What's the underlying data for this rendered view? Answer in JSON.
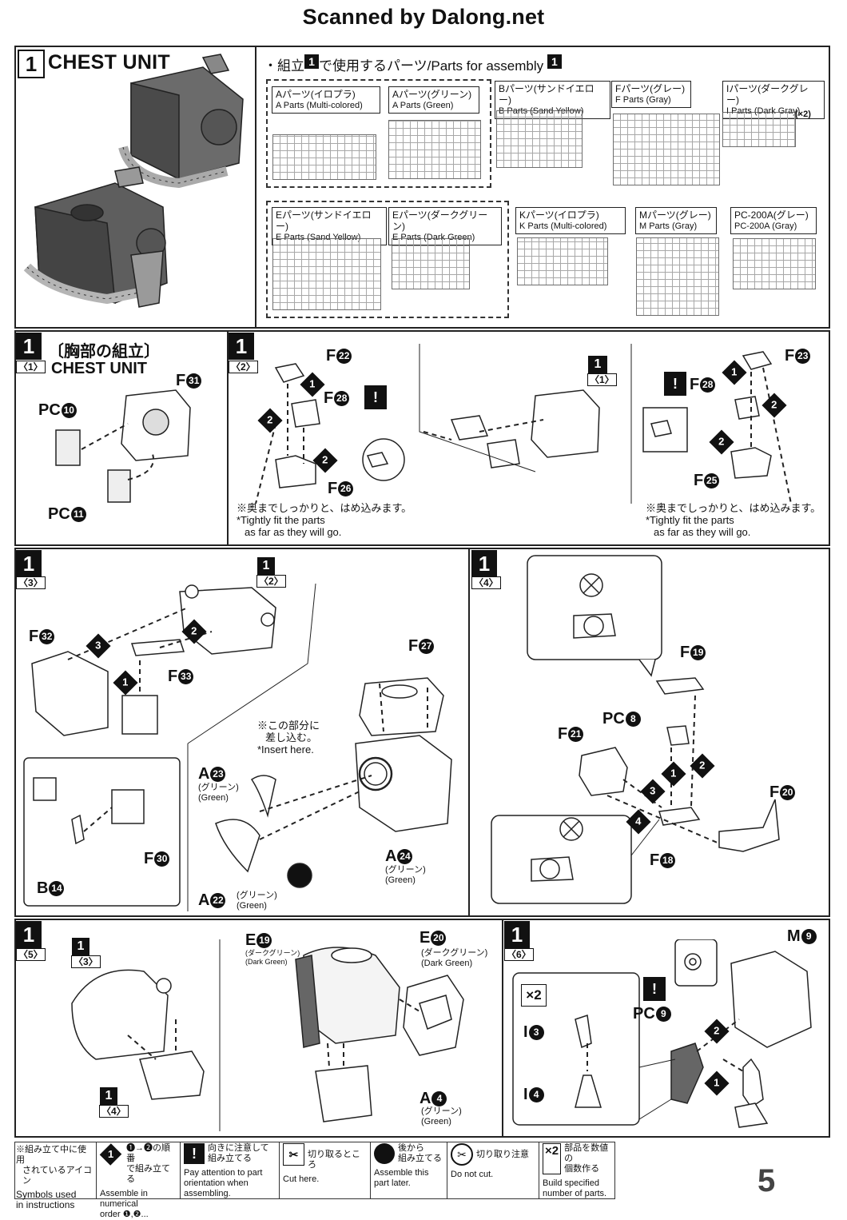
{
  "header": {
    "title": "Scanned by Dalong.net"
  },
  "section1": {
    "step_number": "1",
    "title": "CHEST UNIT",
    "parts_heading": "・組立",
    "parts_heading_num": "1",
    "parts_heading_mid": "で使用するパーツ/Parts for assembly",
    "parts_heading_num2": "1",
    "parts": [
      {
        "jp": "Aパーツ(イロプラ)",
        "en": "A Parts (Multi-colored)"
      },
      {
        "jp": "Aパーツ(グリーン)",
        "en": "A Parts (Green)"
      },
      {
        "jp": "Bパーツ(サンドイエロー)",
        "en": "B Parts (Sand Yellow)"
      },
      {
        "jp": "Fパーツ(グレー)",
        "en": "F Parts (Gray)"
      },
      {
        "jp": "Iパーツ(ダークグレー)",
        "en": "I Parts (Dark Gray)",
        "qty": "(×2)"
      },
      {
        "jp": "Eパーツ(サンドイエロー)",
        "en": "E Parts (Sand Yellow)"
      },
      {
        "jp": "Eパーツ(ダークグリーン)",
        "en": "E Parts (Dark Green)"
      },
      {
        "jp": "Kパーツ(イロプラ)",
        "en": "K Parts (Multi-colored)"
      },
      {
        "jp": "Mパーツ(グレー)",
        "en": "M Parts (Gray)"
      },
      {
        "jp": "PC-200A(グレー)",
        "en": "PC-200A (Gray)"
      }
    ]
  },
  "step1_1": {
    "num": "1",
    "sub": "〈1〉",
    "title_jp": "〔胸部の組立〕",
    "title_en": "CHEST UNIT",
    "labels": {
      "f31": "F",
      "f31n": "31",
      "pc10": "PC",
      "pc10n": "10",
      "pc11": "PC",
      "pc11n": "11"
    }
  },
  "step1_2": {
    "num": "1",
    "sub": "〈2〉",
    "labels": {
      "f22": "22",
      "f28": "28",
      "f26": "26",
      "f23": "23",
      "f28b": "28",
      "f25": "25",
      "letter": "F",
      "ref": "1",
      "refsub": "〈1〉"
    },
    "note_jp": "※奥までしっかりと、はめ込みます。",
    "note_en1": "*Tightly fit the parts",
    "note_en2": "as far as they will go."
  },
  "step1_3": {
    "num": "1",
    "sub": "〈3〉",
    "ref": "1",
    "refsub": "〈2〉",
    "labels": {
      "f32": "32",
      "f33": "33",
      "f27": "27",
      "f30": "30",
      "b14": "14",
      "a23": "23",
      "a22": "22",
      "a24": "24"
    },
    "green_jp": "(グリーン)",
    "green_en": "(Green)",
    "insert_jp1": "※この部分に",
    "insert_jp2": "差し込む。",
    "insert_en": "*Insert here."
  },
  "step1_4": {
    "num": "1",
    "sub": "〈4〉",
    "labels": {
      "f19": "19",
      "pc8": "8",
      "f21": "21",
      "f20": "20",
      "f18": "18"
    }
  },
  "step1_5": {
    "num": "1",
    "sub": "〈5〉",
    "ref3": "1",
    "ref3sub": "〈3〉",
    "ref4": "1",
    "ref4sub": "〈4〉",
    "labels": {
      "e19": "19",
      "e20": "20",
      "a4": "4"
    },
    "dg_jp": "(ダークグリーン)",
    "dg_en": "(Dark Green)",
    "dg_jp_small": "(ダークグリーン)",
    "dg_en_small": "(Dark Green)",
    "green_jp": "(グリーン)",
    "green_en": "(Green)"
  },
  "step1_6": {
    "num": "1",
    "sub": "〈6〉",
    "labels": {
      "m9": "9",
      "pc9": "9",
      "i3": "3",
      "i4": "4",
      "x2": "×2"
    }
  },
  "legend": {
    "heading_jp1": "※組み立て中に使用",
    "heading_jp2": "されているアイコン",
    "heading_en1": "Symbols used",
    "heading_en2": "in instructions",
    "items": [
      {
        "jp1": "❶→❷の順番",
        "jp2": "で組み立てる",
        "en1": "Assemble in numerical",
        "en2": "order ❶,❷..."
      },
      {
        "jp1": "向きに注意して",
        "jp2": "組み立てる",
        "en1": "Pay attention to part",
        "en2": "orientation when assembling."
      },
      {
        "jp1": "切り取るところ",
        "jp2": "",
        "en1": "Cut here.",
        "en2": ""
      },
      {
        "jp1": "後から",
        "jp2": "組み立てる",
        "en1": "Assemble this",
        "en2": "part later."
      },
      {
        "jp1": "切り取り注意",
        "jp2": "",
        "en1": "Do not cut.",
        "en2": ""
      },
      {
        "jp1": "部品を数値の",
        "jp2": "個数作る",
        "en1": "Build specified",
        "en2": "number of parts."
      }
    ],
    "x2": "×2"
  },
  "page_number": "5"
}
